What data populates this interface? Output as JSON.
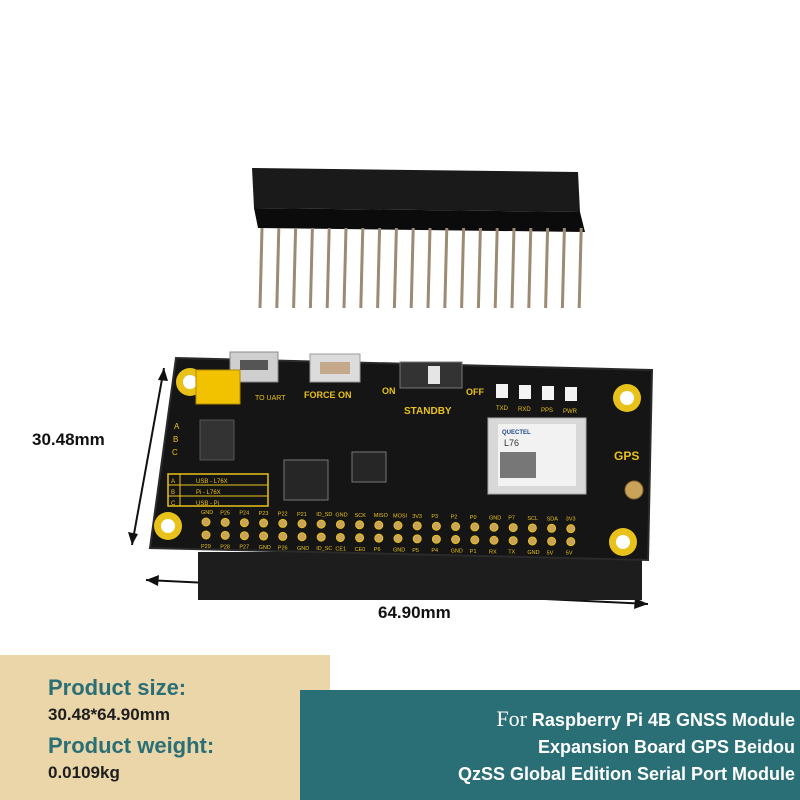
{
  "dimensions": {
    "height": "30.48mm",
    "width": "64.90mm"
  },
  "board": {
    "labels": {
      "to_uart": "TO UART",
      "force_on": "FORCE ON",
      "on": "ON",
      "off": "OFF",
      "standby": "STANDBY",
      "gps": "GPS",
      "led_txd": "TXD",
      "led_rxd": "RXD",
      "led_pps": "PPS",
      "led_pwr": "PWR",
      "module_brand": "QUECTEL",
      "module_model": "L76",
      "jumper_a": "A",
      "jumper_b": "B",
      "jumper_c": "C",
      "table_a_val": "USB - L76X",
      "table_b_val": "Pi - L76X",
      "table_c_val": "USB - Pi"
    },
    "pins_top": [
      "GND",
      "P25",
      "P24",
      "P23",
      "P22",
      "P21",
      "ID_SD",
      "GND",
      "SCK",
      "MISO",
      "MOSI",
      "3V3",
      "P3",
      "P2",
      "P0",
      "GND",
      "P7",
      "SCL",
      "SDA",
      "3V3"
    ],
    "pins_bottom": [
      "P29",
      "P28",
      "P27",
      "GND",
      "P26",
      "GND",
      "ID_SC",
      "CE1",
      "CE0",
      "P6",
      "GND",
      "P5",
      "P4",
      "GND",
      "P1",
      "RX",
      "TX",
      "GND",
      "5V",
      "5V"
    ]
  },
  "specs": {
    "size_label": "Product size:",
    "size_value": "30.48*64.90mm",
    "weight_label": "Product weight:",
    "weight_value": "0.0109kg"
  },
  "description": {
    "lead": "For",
    "line1": "Raspberry Pi 4B GNSS Module",
    "line2": "Expansion Board GPS Beidou",
    "line3": "QzSS Global Edition Serial Port Module"
  },
  "colors": {
    "board": "#151515",
    "accent_yellow": "#e8c21a",
    "panel_left": "#ead6a9",
    "panel_right": "#2b6f76"
  }
}
